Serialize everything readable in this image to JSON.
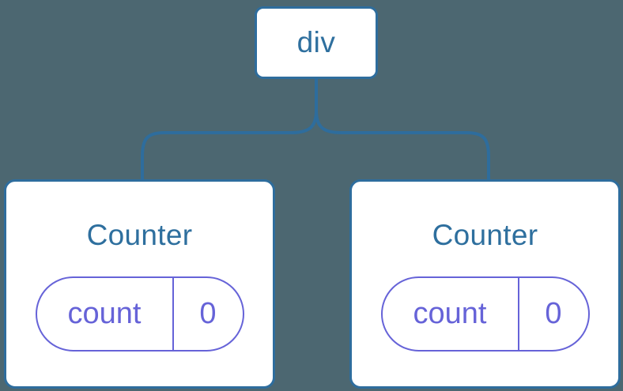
{
  "diagram": {
    "root": {
      "label": "div"
    },
    "children": [
      {
        "title": "Counter",
        "state": {
          "key": "count",
          "value": "0"
        }
      },
      {
        "title": "Counter",
        "state": {
          "key": "count",
          "value": "0"
        }
      }
    ],
    "colors": {
      "background": "#4C6771",
      "stroke_blue": "#2E6D9D",
      "text_blue": "#2E6F9E",
      "state_purple": "#6663D8",
      "node_bg": "#FFFFFF"
    }
  }
}
